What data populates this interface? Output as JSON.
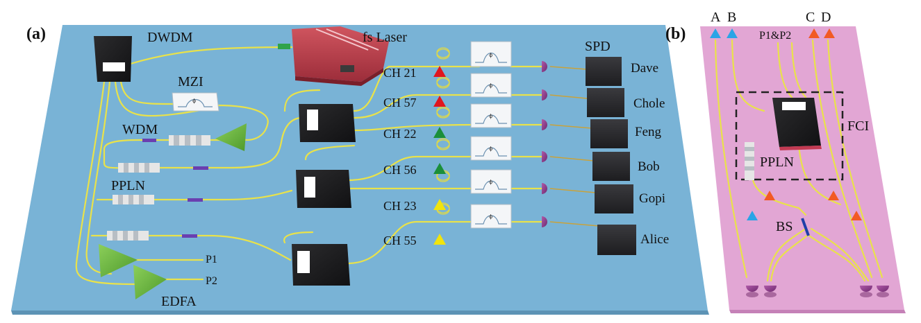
{
  "panel_a": {
    "label": "(a)",
    "background_color": "#79b3d6",
    "labels": {
      "dwdm": "DWDM",
      "laser": "fs Laser",
      "mzi": "MZI",
      "wdm": "WDM",
      "ppln": "PPLN",
      "spd": "SPD",
      "edfa": "EDFA",
      "p1": "P1",
      "p2": "P2"
    },
    "channels": [
      {
        "label": "CH 21",
        "color": "#e0161e"
      },
      {
        "label": "CH 57",
        "color": "#e0161e"
      },
      {
        "label": "CH 22",
        "color": "#1b8f3a"
      },
      {
        "label": "CH 56",
        "color": "#1b8f3a"
      },
      {
        "label": "CH 23",
        "color": "#f1e40c"
      },
      {
        "label": "CH 55",
        "color": "#f1e40c"
      }
    ],
    "users": [
      "Dave",
      "Chole",
      "Feng",
      "Bob",
      "Gopi",
      "Alice"
    ]
  },
  "panel_b": {
    "label": "(b)",
    "background_color": "#e2a6d4",
    "labels": {
      "a": "A",
      "b": "B",
      "c": "C",
      "d": "D",
      "p1p2": "P1&P2",
      "fci": "FCI",
      "ppln": "PPLN",
      "bs": "BS"
    },
    "marker_colors": {
      "blue": "#2aa4e6",
      "orange": "#f25a24"
    }
  }
}
